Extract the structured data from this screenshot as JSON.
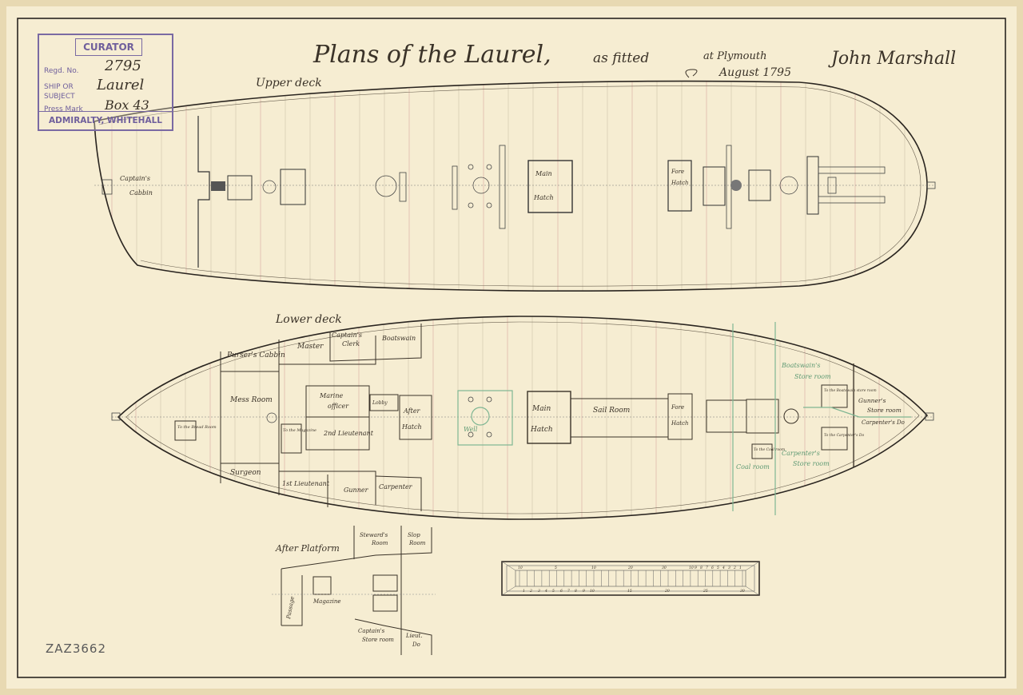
{
  "title": {
    "main": "Plans of the Laurel,",
    "fitted": "as fitted",
    "place": "at Plymouth",
    "date": "August 1795",
    "signature": "John Marshall"
  },
  "stamp": {
    "header": "CURATOR",
    "regd_label": "Regd. No.",
    "regd_value": "2795",
    "ship_label_1": "SHIP OR",
    "ship_label_2": "SUBJECT",
    "ship_value": "Laurel",
    "press_label": "Press Mark",
    "press_value": "Box 43",
    "footer": "ADMIRALTY, WHITEHALL"
  },
  "reference": "ZAZ3662",
  "upper_deck": {
    "heading": "Upper deck",
    "labels": {
      "captains_cabin_1": "Captain's",
      "captains_cabin_2": "Cabbin",
      "main_hatch_1": "Main",
      "main_hatch_2": "Hatch",
      "fore_hatch_1": "Fore",
      "fore_hatch_2": "Hatch"
    }
  },
  "lower_deck": {
    "heading": "Lower deck",
    "labels": {
      "bread_room": "To the Bread Room",
      "pursers_cabin": "Purser's Cabbin",
      "master": "Master",
      "captains_clerk_1": "Captain's",
      "captains_clerk_2": "Clerk",
      "boatswain": "Boatswain",
      "mess_room": "Mess Room",
      "magazine_hatch": "To the Magazine",
      "marine_officer_1": "Marine",
      "marine_officer_2": "officer",
      "second_lieutenant": "2nd Lieutenant",
      "lobby": "Lobby",
      "after_hatch_1": "After",
      "after_hatch_2": "Hatch",
      "surgeon": "Surgeon",
      "first_lieutenant": "1st Lieutenant",
      "gunner": "Gunner",
      "carpenter": "Carpenter",
      "well": "Well",
      "main_hatch_1": "Main",
      "main_hatch_2": "Hatch",
      "sail_room": "Sail Room",
      "fore_hatch_1": "Fore",
      "fore_hatch_2": "Hatch",
      "coal_hatch": "To the Coal room",
      "coal_room": "Coal room",
      "boatswains_store_1": "Boatswain's",
      "boatswains_store_2": "Store room",
      "to_boatswain": "To the Boatswain store room",
      "to_carpenter": "To the Carpenter's Do",
      "carpenters_store_1": "Carpenter's",
      "carpenters_store_2": "Store room",
      "gunners_store_1": "Gunner's",
      "gunners_store_2": "Store room",
      "carpenters_do": "Carpenter's Do"
    }
  },
  "after_platform": {
    "heading": "After Platform",
    "labels": {
      "stewards_room_1": "Steward's",
      "stewards_room_2": "Room",
      "slop_room_1": "Slop",
      "slop_room_2": "Room",
      "magazine": "Magazine",
      "passage": "Passage",
      "captains_storeroom_1": "Captain's",
      "captains_storeroom_2": "Store room",
      "lieutenants_do_1": "Lieut.",
      "lieutenants_do_2": "Do"
    }
  },
  "scale_bar": {
    "top_ticks": [
      "10",
      "5",
      "10",
      "20",
      "30",
      "10",
      "9",
      "8",
      "7",
      "6",
      "5",
      "4",
      "3",
      "2",
      "1"
    ],
    "bottom_ticks": [
      "1",
      "2",
      "3",
      "4",
      "5",
      "6",
      "7",
      "8",
      "9",
      "10",
      "15",
      "20",
      "25",
      "30"
    ]
  },
  "colors": {
    "paper": "#f6edd2",
    "ink": "#3a3228",
    "green_ink": "#5f9a74",
    "red_rule": "#d9a9a0",
    "stamp_purple": "#7a6aa3"
  }
}
